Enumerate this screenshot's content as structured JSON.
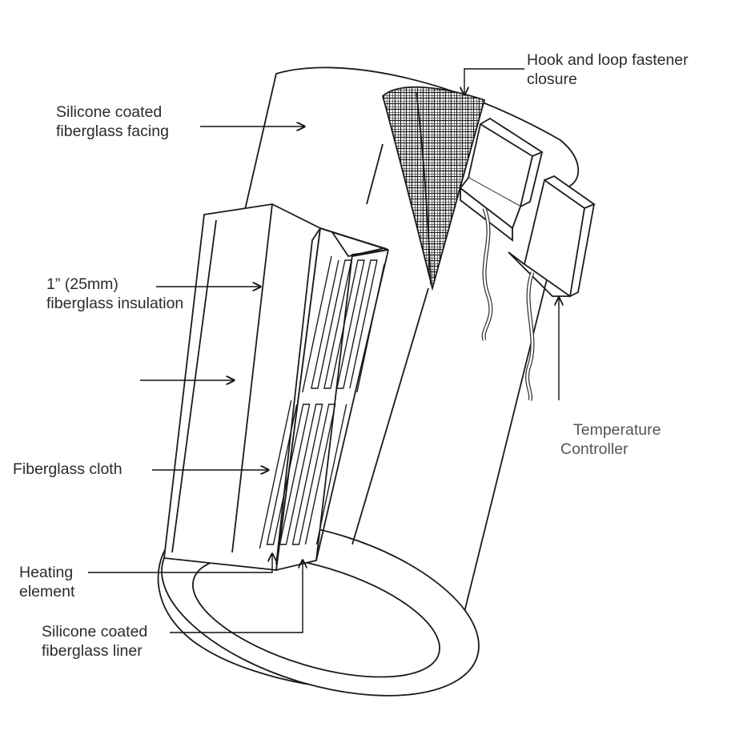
{
  "labels": {
    "facing": [
      "Silicone coated",
      "fiberglass facing"
    ],
    "closure": [
      "Hook and loop fastener",
      "closure"
    ],
    "insulation": [
      "1” (25mm)",
      "fiberglass insulation"
    ],
    "cloth": [
      "Fiberglass cloth"
    ],
    "heating": [
      "Heating",
      "element"
    ],
    "liner": [
      "Silicone coated",
      "fiberglass liner"
    ],
    "controller": [
      "Temperature",
      "Controller"
    ]
  },
  "colors": {
    "line": "#1a1a1a",
    "text": "#2b2b2b",
    "controller_text": "#555555"
  }
}
